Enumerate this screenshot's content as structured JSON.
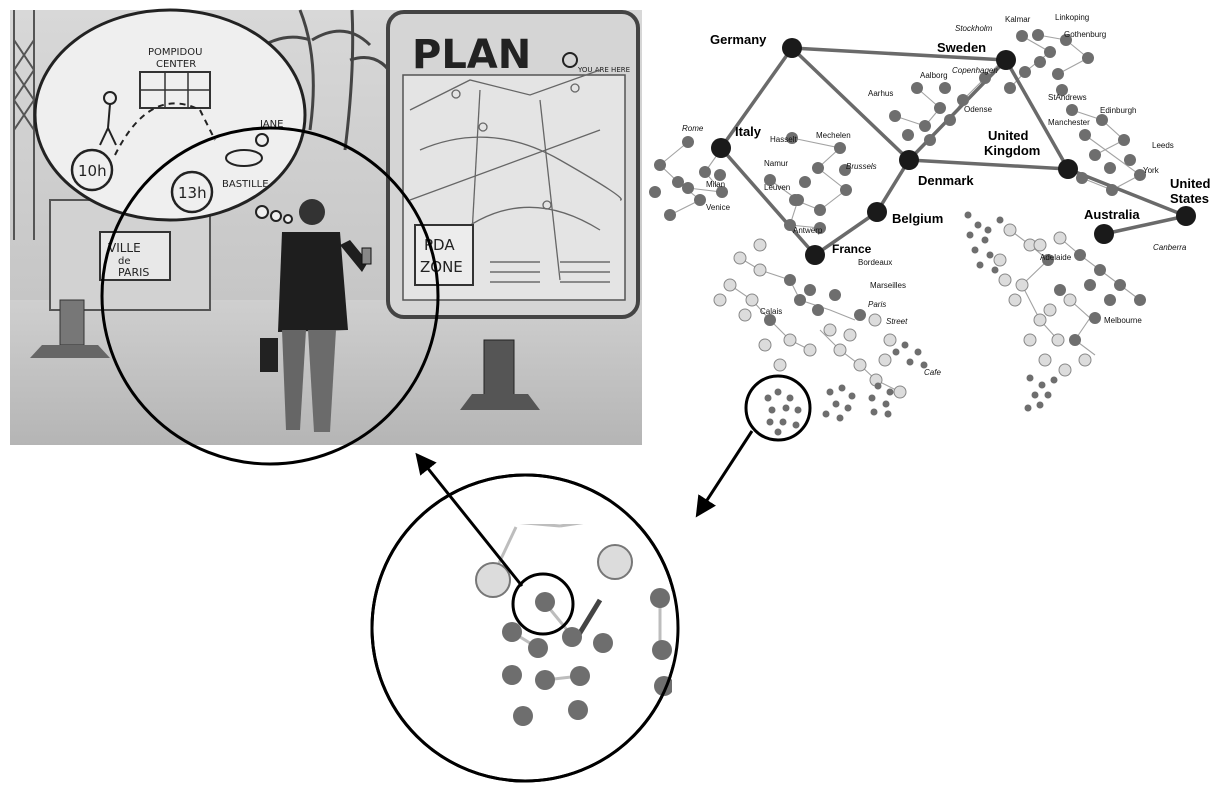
{
  "illustration": {
    "bubble_texts": [
      "POMPIDOU",
      "CENTER",
      "JANE",
      "BASTILLE"
    ],
    "times": [
      "10h",
      "13h"
    ],
    "plan_title": "PLAN",
    "plan_you_are_here": "YOU ARE HERE",
    "pda_zone_lines": [
      "PDA",
      "ZONE"
    ],
    "ville_lines": [
      "VILLE",
      "de",
      "PARIS"
    ]
  },
  "countries": [
    {
      "id": "germany",
      "label": "Germany"
    },
    {
      "id": "sweden",
      "label": "Sweden"
    },
    {
      "id": "italy",
      "label": "Italy"
    },
    {
      "id": "denmark",
      "label": "Denmark"
    },
    {
      "id": "uk",
      "label": "United\nKingdom"
    },
    {
      "id": "belgium",
      "label": "Belgium"
    },
    {
      "id": "france",
      "label": "France"
    },
    {
      "id": "australia",
      "label": "Australia"
    },
    {
      "id": "us",
      "label": "United\nStates"
    }
  ],
  "cities": [
    {
      "id": "stockholm",
      "label": "Stockholm",
      "italic": true
    },
    {
      "id": "kalmar",
      "label": "Kalmar",
      "italic": false
    },
    {
      "id": "linkoping",
      "label": "Linkoping",
      "italic": false
    },
    {
      "id": "gothenburg",
      "label": "Gothenburg",
      "italic": false
    },
    {
      "id": "aalborg",
      "label": "Aalborg",
      "italic": false
    },
    {
      "id": "copenhagen",
      "label": "Copenhagen",
      "italic": true
    },
    {
      "id": "aarhus",
      "label": "Aarhus",
      "italic": false
    },
    {
      "id": "odense",
      "label": "Odense",
      "italic": false
    },
    {
      "id": "standrews",
      "label": "StAndrews",
      "italic": false
    },
    {
      "id": "edinburgh",
      "label": "Edinburgh",
      "italic": false
    },
    {
      "id": "manchester",
      "label": "Manchester",
      "italic": false
    },
    {
      "id": "leeds",
      "label": "Leeds",
      "italic": false
    },
    {
      "id": "york",
      "label": "York",
      "italic": false
    },
    {
      "id": "rome",
      "label": "Rome",
      "italic": true
    },
    {
      "id": "hasselt",
      "label": "Hasselt",
      "italic": false
    },
    {
      "id": "mechelen",
      "label": "Mechelen",
      "italic": false
    },
    {
      "id": "namur",
      "label": "Namur",
      "italic": false
    },
    {
      "id": "brussels",
      "label": "Brussels",
      "italic": true
    },
    {
      "id": "leuven",
      "label": "Leuven",
      "italic": false
    },
    {
      "id": "milan",
      "label": "Milan",
      "italic": false
    },
    {
      "id": "venice",
      "label": "Venice",
      "italic": false
    },
    {
      "id": "antwerp",
      "label": "Antwerp",
      "italic": false
    },
    {
      "id": "bordeaux",
      "label": "Bordeaux",
      "italic": false
    },
    {
      "id": "marseilles",
      "label": "Marseilles",
      "italic": false
    },
    {
      "id": "calais",
      "label": "Calais",
      "italic": false
    },
    {
      "id": "paris",
      "label": "Paris",
      "italic": true
    },
    {
      "id": "street",
      "label": "Street",
      "italic": true
    },
    {
      "id": "cafe",
      "label": "Cafe",
      "italic": true
    },
    {
      "id": "adelaide",
      "label": "Adelaide",
      "italic": false
    },
    {
      "id": "canberra",
      "label": "Canberra",
      "italic": true
    },
    {
      "id": "melbourne",
      "label": "Melbourne",
      "italic": false
    }
  ],
  "colors": {
    "country_node": "#1a1a1a",
    "city_node": "#6e6e6e",
    "light_node": "#dcdcdc",
    "edge_main": "#6a6a6a",
    "edge_thin": "#9a9a9a",
    "circle_outline": "#000000"
  }
}
